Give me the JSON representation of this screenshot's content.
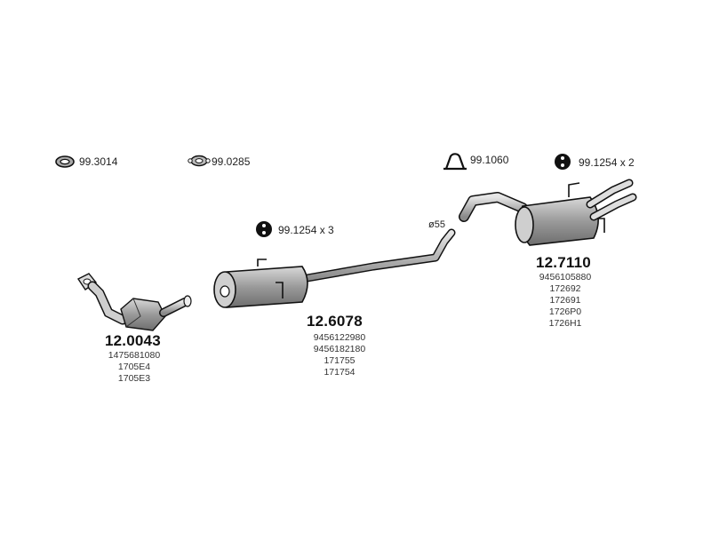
{
  "accessories": [
    {
      "label": "99.3014",
      "icon": "gasket-ring-icon"
    },
    {
      "label": "99.0285",
      "icon": "flange-gasket-icon"
    },
    {
      "label": "99.1060",
      "icon": "clamp-icon"
    },
    {
      "label": "99.1254 x 3",
      "icon": "rubber-mount-icon"
    },
    {
      "label": "99.1254 x 2",
      "icon": "rubber-mount-icon"
    }
  ],
  "diameter_label": "ø55",
  "parts": [
    {
      "number": "12.0043",
      "refs": [
        "1475681080",
        "1705E4",
        "1705E3"
      ]
    },
    {
      "number": "12.6078",
      "refs": [
        "9456122980",
        "9456182180",
        "171755",
        "171754"
      ]
    },
    {
      "number": "12.7110",
      "refs": [
        "9456105880",
        "172692",
        "172691",
        "1726P0",
        "1726H1"
      ]
    }
  ]
}
